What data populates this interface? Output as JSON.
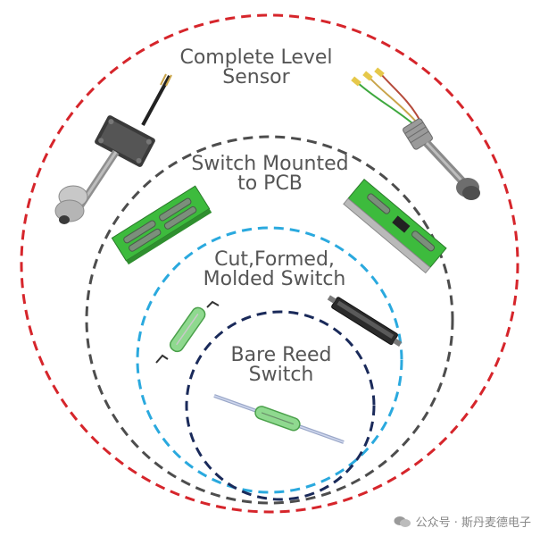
{
  "colors": {
    "outer_circle": "#d6252b",
    "second_circle": "#4d4d4d",
    "third_circle": "#2aa9de",
    "inner_circle": "#1a2a5a",
    "label_text": "#555555",
    "pcb_green": "#3dbb3d",
    "glass_green": "#8fd98f",
    "steel": "#9a9a9a"
  },
  "labels": {
    "level1_line1": "Complete Level",
    "level1_line2": "Sensor",
    "level2_line1": "Switch Mounted",
    "level2_line2": "to PCB",
    "level3_line1": "Cut,Formed,",
    "level3_line2": "Molded Switch",
    "level4_line1": "Bare Reed",
    "level4_line2": "Switch"
  },
  "watermark": {
    "text": "公众号 · 斯丹麦德电子"
  }
}
